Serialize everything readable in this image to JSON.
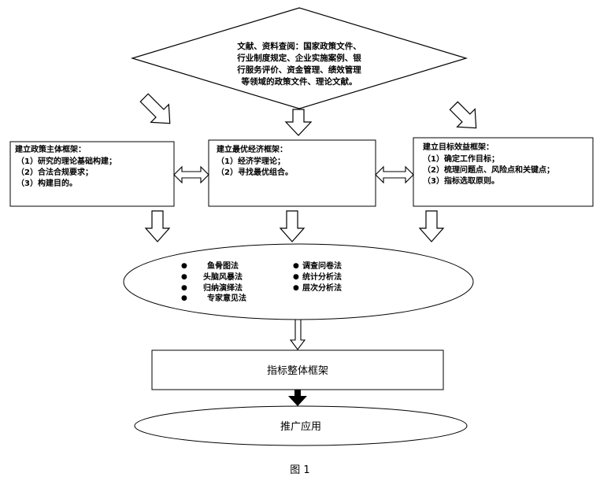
{
  "diamond": {
    "lines": [
      "文献、资料查阅：国家政策文件、",
      "行业制度规定、企业实施案例、银",
      "行服务评价、资金管理、绩效管理",
      "等领域的政策文件、理论文献。"
    ]
  },
  "boxes": [
    {
      "title": "建立政策主体框架：",
      "items": [
        "（1）研究的理论基础构建；",
        "（2）合法合规要求；",
        "（3）构建目的。"
      ]
    },
    {
      "title": "建立最优经济框架：",
      "items": [
        "（1）经济学理论；",
        "（2）寻找最优组合。"
      ]
    },
    {
      "title": "建立目标效益框架：",
      "items": [
        "（1）确定工作目标；",
        "（2）梳理问题点、风险点和关键点；",
        "（3）指标选取原则。"
      ]
    }
  ],
  "methods": {
    "left": [
      "鱼骨图法",
      "头脑风暴法",
      "归纳演绎法",
      "专家意见法"
    ],
    "right": [
      "调查问卷法",
      "统计分析法",
      "层次分析法"
    ],
    "bullet": "●"
  },
  "framework_label": "指标整体框架",
  "promote_label": "推广应用",
  "figure_caption": "图 1"
}
